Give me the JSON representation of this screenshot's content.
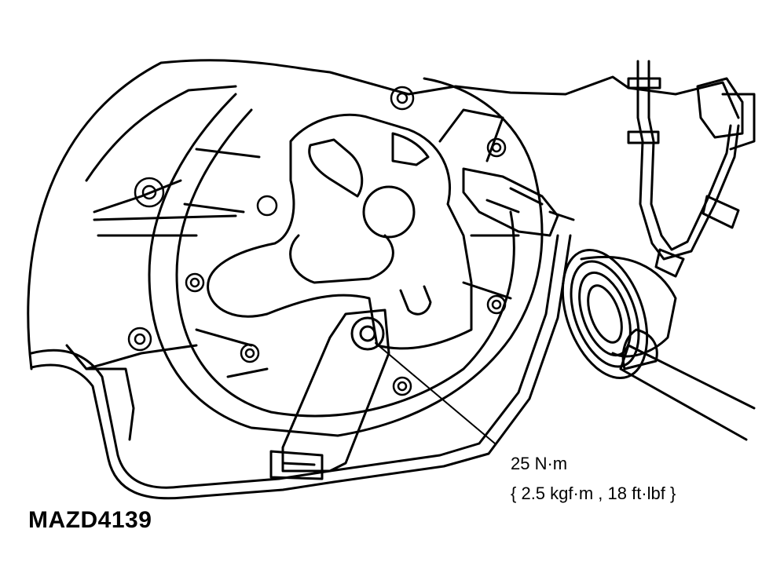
{
  "torque_spec": {
    "line1": "25 N·m",
    "line2": "{ 2.5 kgf·m , 18 ft·lbf }"
  },
  "figure_code": "MAZD4139",
  "colors": {
    "ink": "#000000",
    "paper": "#ffffff"
  }
}
